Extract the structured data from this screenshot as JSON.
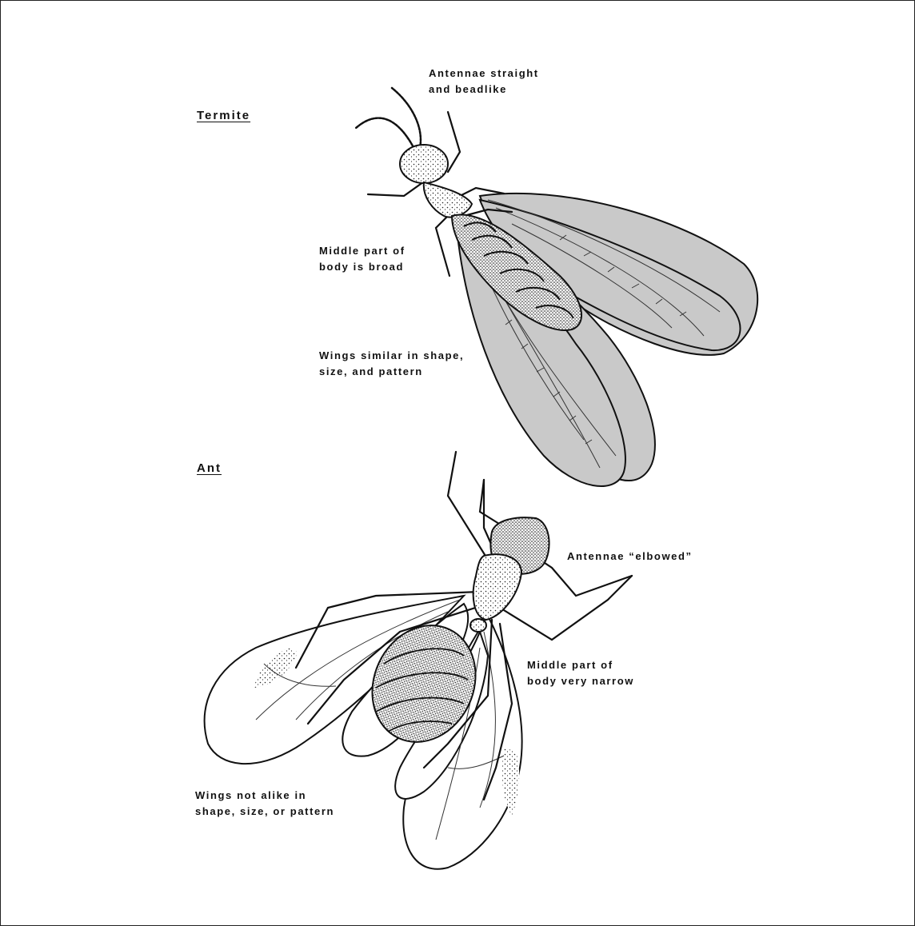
{
  "termite": {
    "heading": "Termite",
    "labels": {
      "antennae": [
        "Antennae straight",
        "and beadlike"
      ],
      "body": [
        "Middle part of",
        "body is broad"
      ],
      "wings": [
        "Wings similar in shape,",
        "size, and pattern"
      ]
    }
  },
  "ant": {
    "heading": "Ant",
    "labels": {
      "antennae": [
        "Antennae “elbowed”"
      ],
      "body": [
        "Middle part of",
        "body very narrow"
      ],
      "wings": [
        "Wings not alike in",
        "shape, size, or pattern"
      ]
    }
  },
  "colors": {
    "ink": "#111111",
    "termite_wing_fill": "#c9c9c9",
    "ant_wing_fill": "#ffffff"
  }
}
